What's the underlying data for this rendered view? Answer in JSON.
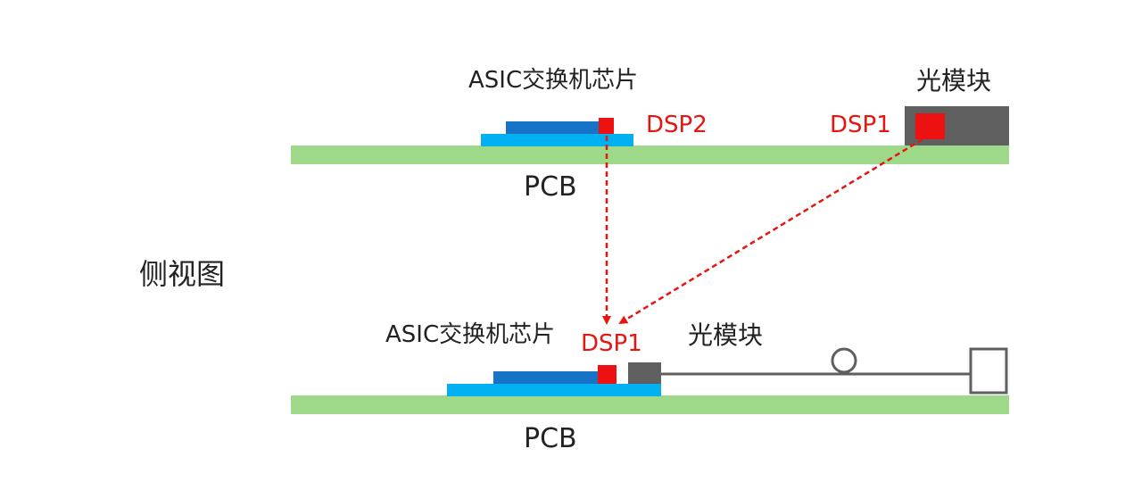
{
  "side_view_label": "侧视图",
  "top_diagram": {
    "asic_label": "ASIC交换机芯片",
    "optical_module_label": "光模块",
    "dsp2_label": "DSP2",
    "dsp1_label": "DSP1",
    "pcb_label": "PCB"
  },
  "bottom_diagram": {
    "asic_label": "ASIC交换机芯片",
    "dsp1_label": "DSP1",
    "optical_module_label": "光模块",
    "pcb_label": "PCB"
  },
  "colors": {
    "pcb": "#9ed98a",
    "chip_top": "#1673c5",
    "chip_base": "#00b0f0",
    "dsp": "#ee1111",
    "module": "#5f5f5f",
    "arrow": "#e8140f"
  }
}
